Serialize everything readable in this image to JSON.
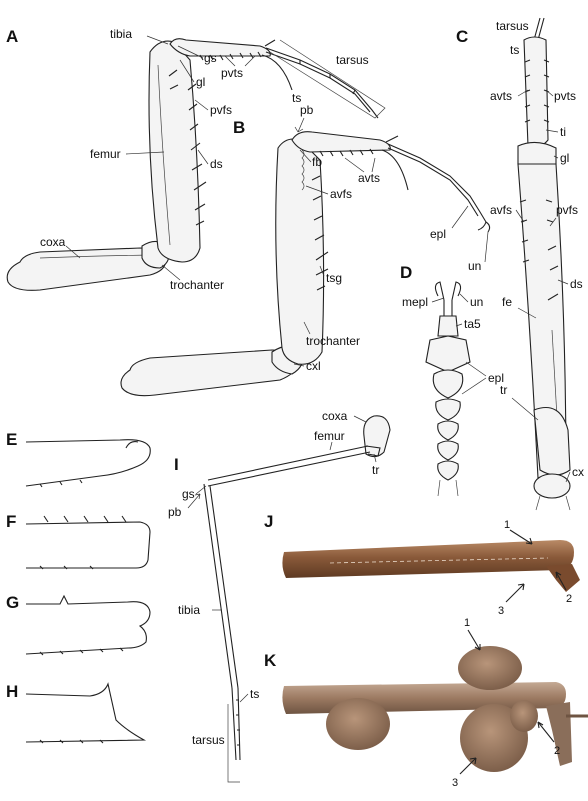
{
  "panels": {
    "A": {
      "label": "A",
      "parts": {
        "tibia": "tibia",
        "gs": "gs",
        "gl": "gl",
        "pvts": "pvts",
        "tarsus": "tarsus",
        "ts": "ts",
        "pvfs": "pvfs",
        "femur": "femur",
        "ds": "ds",
        "coxa": "coxa",
        "trochanter": "trochanter"
      }
    },
    "B": {
      "label": "B",
      "parts": {
        "pb": "pb",
        "fb": "fb",
        "avts": "avts",
        "avfs": "avfs",
        "epl": "epl",
        "un": "un",
        "tsg": "tsg",
        "trochanter": "trochanter",
        "cxl": "cxl"
      }
    },
    "C": {
      "label": "C",
      "parts": {
        "tarsus": "tarsus",
        "ts": "ts",
        "avts": "avts",
        "pvts": "pvts",
        "ti": "ti",
        "gl": "gl",
        "avfs": "avfs",
        "pvfs": "pvfs",
        "ds": "ds",
        "fe": "fe",
        "tr": "tr",
        "cx": "cx"
      }
    },
    "D": {
      "label": "D",
      "parts": {
        "mepl": "mepl",
        "un": "un",
        "ta5": "ta5",
        "epl": "epl"
      }
    },
    "E": {
      "label": "E"
    },
    "F": {
      "label": "F"
    },
    "G": {
      "label": "G"
    },
    "H": {
      "label": "H"
    },
    "I": {
      "label": "I",
      "parts": {
        "coxa": "coxa",
        "femur": "femur",
        "tr": "tr",
        "gs": "gs",
        "pb": "pb",
        "tibia": "tibia",
        "ts": "ts",
        "tarsus": "tarsus"
      }
    },
    "J": {
      "label": "J",
      "arrows": {
        "a1": "1",
        "a2": "2",
        "a3": "3"
      }
    },
    "K": {
      "label": "K",
      "arrows": {
        "a1": "1",
        "a2": "2",
        "a3": "3"
      }
    }
  },
  "colors": {
    "ink": "#222222",
    "photo_J": "#8a5a3a",
    "photo_K": "#9c7a62"
  }
}
